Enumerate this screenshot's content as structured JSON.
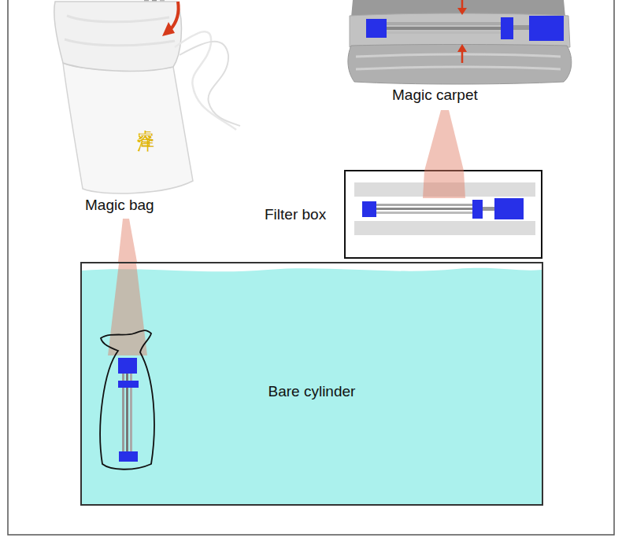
{
  "diagram": {
    "nodes": [
      {
        "text": [
          "睿洋",
          "Magic bag"
        ]
      },
      {
        "text": [
          "Magic carpet"
        ]
      },
      {
        "text": [
          "Filter box"
        ]
      },
      {
        "text": [
          "Bare cylinder"
        ]
      }
    ],
    "edges": [
      {
        "from": 0,
        "to": 3,
        "arrow": "none"
      },
      {
        "from": 1,
        "to": 2,
        "arrow": "none"
      }
    ]
  }
}
